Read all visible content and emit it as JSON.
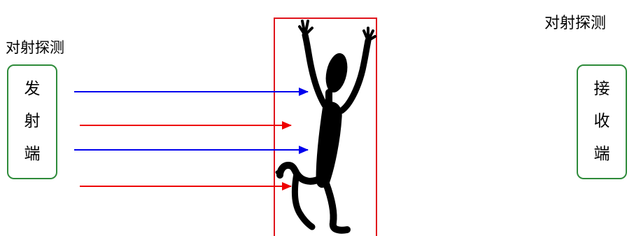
{
  "labels": {
    "left_title": "对射探测",
    "right_title": "对射探测"
  },
  "transmitter": {
    "chars": [
      "发",
      "射",
      "端"
    ]
  },
  "receiver": {
    "chars": [
      "接",
      "收",
      "端"
    ]
  },
  "colors": {
    "box_border": "#2e8b3a",
    "detection_frame": "#e0141c",
    "beam_blue": "#0000ee",
    "beam_red": "#ee0000",
    "figure": "#000000"
  },
  "icons": {
    "intruder": "running-person-silhouette-icon"
  }
}
